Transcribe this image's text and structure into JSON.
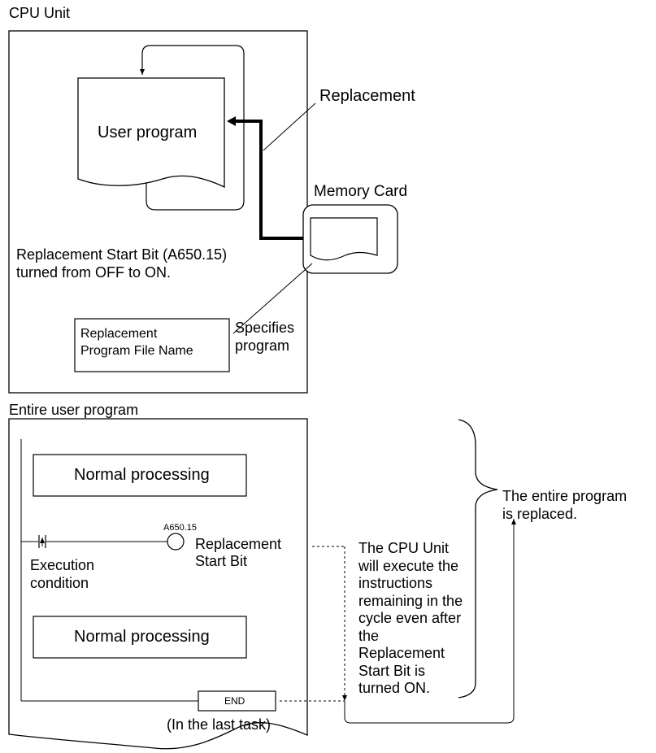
{
  "top": {
    "title": "CPU Unit",
    "user_program": "User program",
    "replacement_label": "Replacement",
    "memory_card_label": "Memory Card",
    "start_bit_line1": "Replacement Start Bit (A650.15)",
    "start_bit_line2": "turned from OFF to ON.",
    "file_name_line1": "Replacement",
    "file_name_line2": "Program File Name",
    "specifies_line1": "Specifies",
    "specifies_line2": "program"
  },
  "bottom": {
    "title": "Entire user program",
    "normal_processing_1": "Normal processing",
    "normal_processing_2": "Normal processing",
    "address_label": "A650.15",
    "coil_label_line1": "Replacement",
    "coil_label_line2": "Start Bit",
    "execution_line1": "Execution",
    "execution_line2": "condition",
    "end_label": "END",
    "last_task_note": "(In the last task)",
    "cpu_note_lines": [
      "The CPU Unit",
      "will execute the",
      "instructions",
      "remaining in the",
      "cycle even after",
      "the",
      "Replacement",
      "Start Bit is",
      "turned ON."
    ],
    "entire_line1": "The entire program",
    "entire_line2": "is replaced."
  }
}
